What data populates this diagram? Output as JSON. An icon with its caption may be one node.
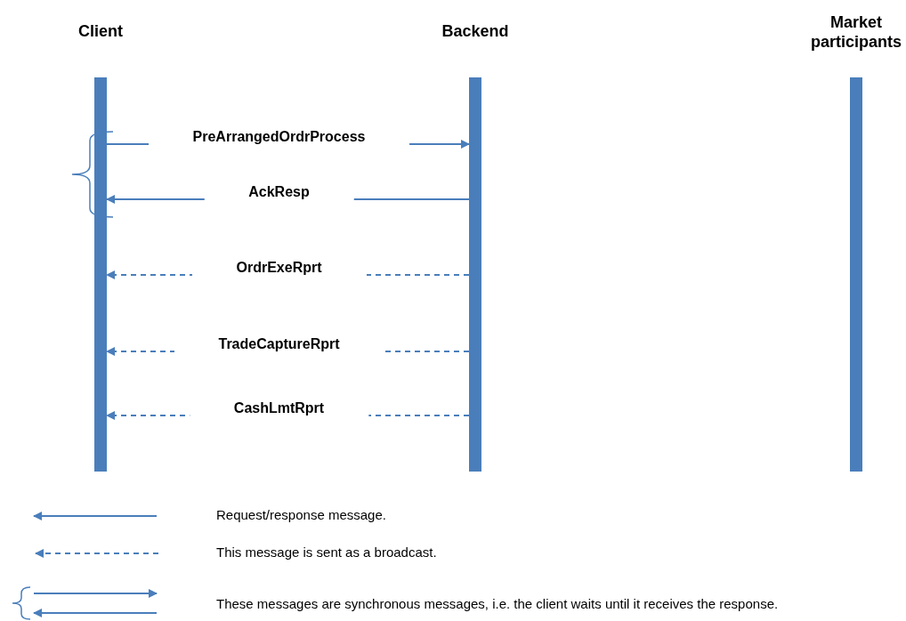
{
  "diagram": {
    "nodes": [
      {
        "text": [
          "Client"
        ]
      },
      {
        "text": [
          "Backend"
        ]
      },
      {
        "text": [
          "Market participants"
        ]
      }
    ],
    "edges": [
      {
        "from": 0,
        "to": 1,
        "arrow": "to",
        "label": "PreArrangedOrdrProcess"
      },
      {
        "from": 1,
        "to": 0,
        "arrow": "to",
        "label": "AckResp"
      },
      {
        "from": 1,
        "to": 0,
        "arrow": "to",
        "label": "OrdrExeRprt",
        "style": "dashed"
      },
      {
        "from": 1,
        "to": 0,
        "arrow": "to",
        "label": "TradeCaptureRprt",
        "style": "dashed"
      },
      {
        "from": 1,
        "to": 0,
        "arrow": "to",
        "label": "CashLmtRprt",
        "style": "dashed"
      }
    ],
    "legend": [
      {
        "text": "Request/response message."
      },
      {
        "text": "This message is sent as a broadcast."
      },
      {
        "text": "These messages are synchronous messages, i.e. the client waits until it receives the response."
      }
    ]
  }
}
